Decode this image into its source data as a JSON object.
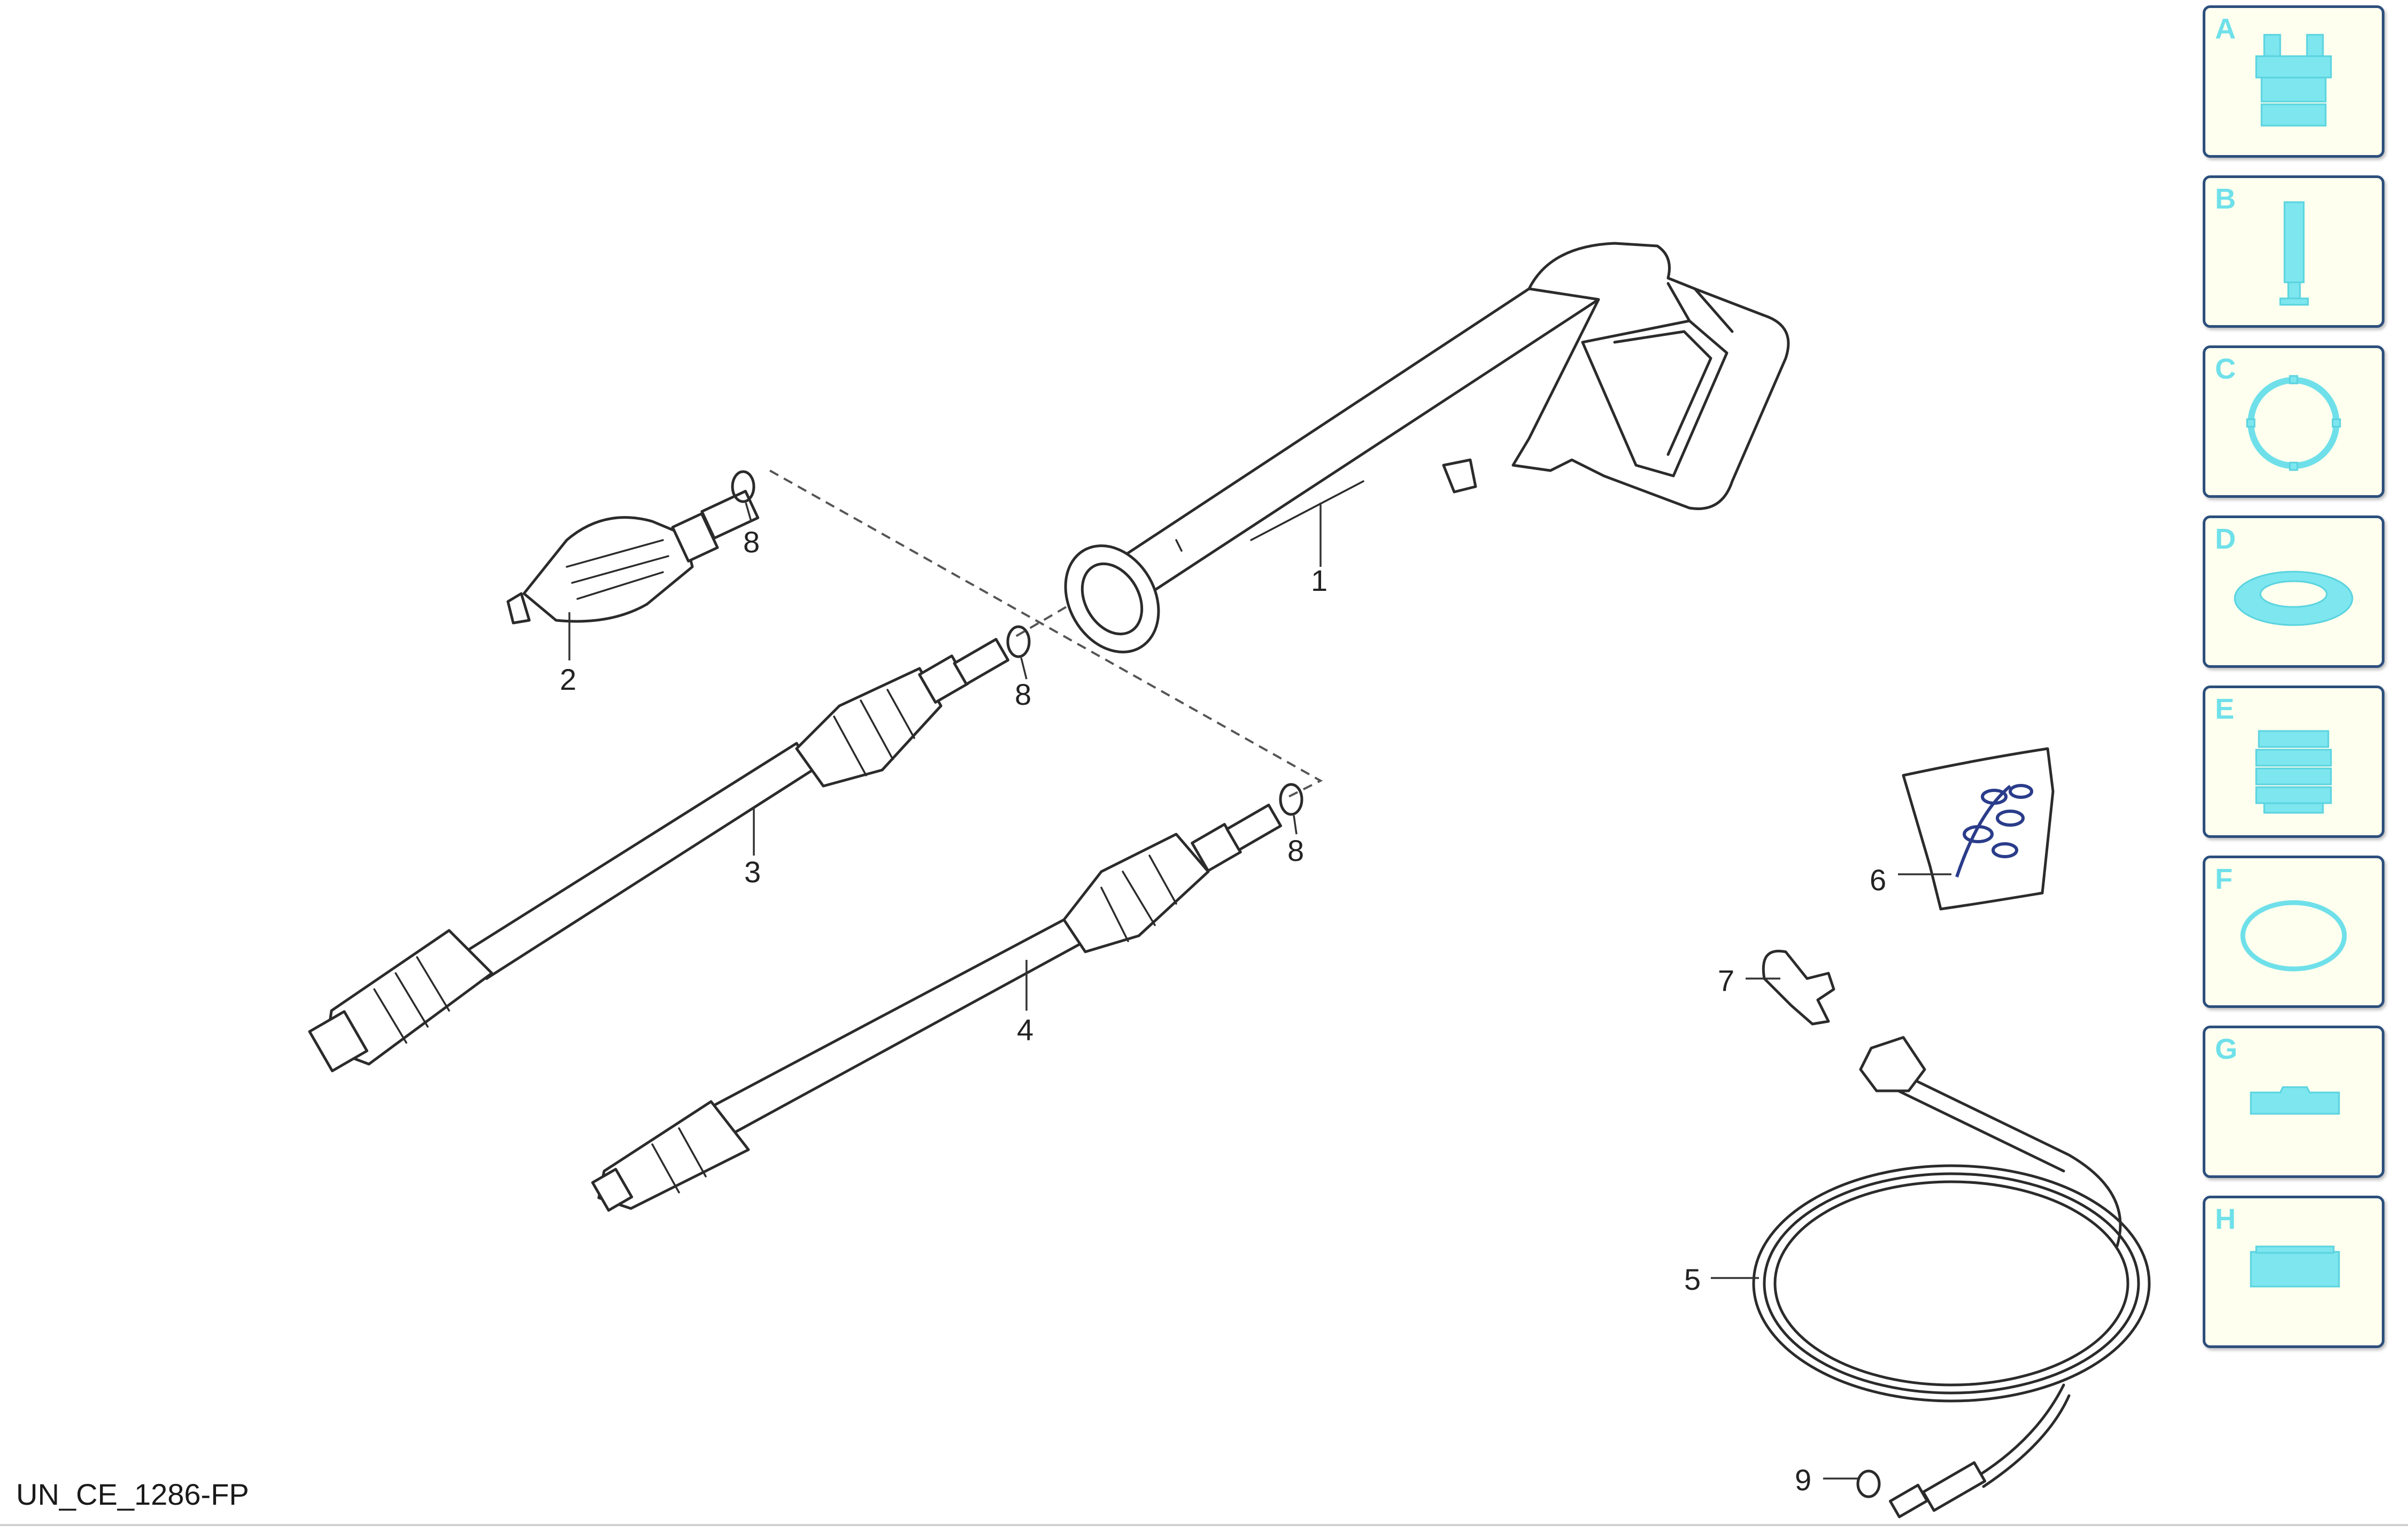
{
  "drawing_code": "UN_CE_1286-FP",
  "callouts": {
    "c1": "1",
    "c2": "2",
    "c3": "3",
    "c4": "4",
    "c5": "5",
    "c6": "6",
    "c7": "7",
    "c8a": "8",
    "c8b": "8",
    "c8c": "8",
    "c9": "9"
  },
  "categories": [
    {
      "letter": "A",
      "icon": "connector-icon"
    },
    {
      "letter": "B",
      "icon": "lance-icon"
    },
    {
      "letter": "C",
      "icon": "ring-icon"
    },
    {
      "letter": "D",
      "icon": "seal-icon"
    },
    {
      "letter": "E",
      "icon": "filter-icon"
    },
    {
      "letter": "F",
      "icon": "o-ring-icon"
    },
    {
      "letter": "G",
      "icon": "gasket-icon"
    },
    {
      "letter": "H",
      "icon": "pad-icon"
    }
  ],
  "colors": {
    "button_border": "#2c4f7c",
    "button_bg": "#ffffef",
    "icon_cyan": "#7de6ef"
  }
}
